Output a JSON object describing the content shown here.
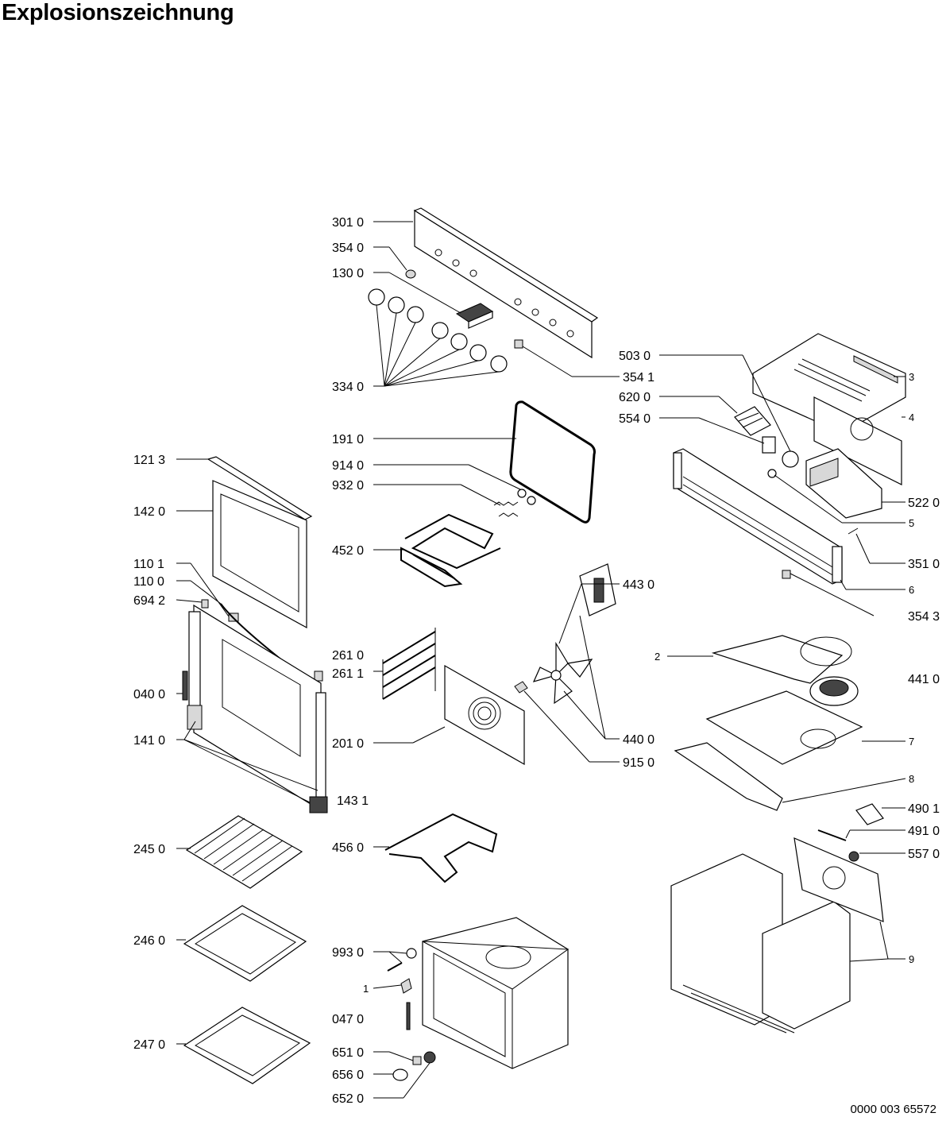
{
  "header": {
    "title": "Explosionszeichnung"
  },
  "footer": {
    "doc_number": "0000 003 65572"
  },
  "labels": {
    "l3010": "301 0",
    "l3540": "354 0",
    "l1300": "130 0",
    "l3340": "334 0",
    "l3541": "354 1",
    "l5030": "503 0",
    "l6200": "620 0",
    "l5540": "554 0",
    "l1910": "191 0",
    "l9140": "914 0",
    "l9320": "932 0",
    "l4520": "452 0",
    "l1213": "121 3",
    "l1420": "142 0",
    "l1101": "110 1",
    "l1100": "110 0",
    "l6942": "694 2",
    "l0400": "040 0",
    "l1410": "141 0",
    "l2610": "261 0",
    "l2611": "261 1",
    "l2010": "201 0",
    "l4430": "443 0",
    "l4400": "440 0",
    "l9150": "915 0",
    "l1431": "143 1",
    "l2450": "245 0",
    "l4560": "456 0",
    "l2460": "246 0",
    "l9930": "993 0",
    "l1": "1",
    "l0470": "047 0",
    "l2470": "247 0",
    "l6510": "651 0",
    "l6560": "656 0",
    "l6520": "652 0",
    "l5220": "522 0",
    "l3510": "351 0",
    "l3543": "354 3",
    "l4410": "441 0",
    "l4901": "490 1",
    "l4910": "491 0",
    "l5570": "557 0",
    "n3": "3",
    "n4": "4",
    "n5": "5",
    "n6": "6",
    "n2": "2",
    "n7": "7",
    "n8": "8",
    "n9": "9"
  }
}
